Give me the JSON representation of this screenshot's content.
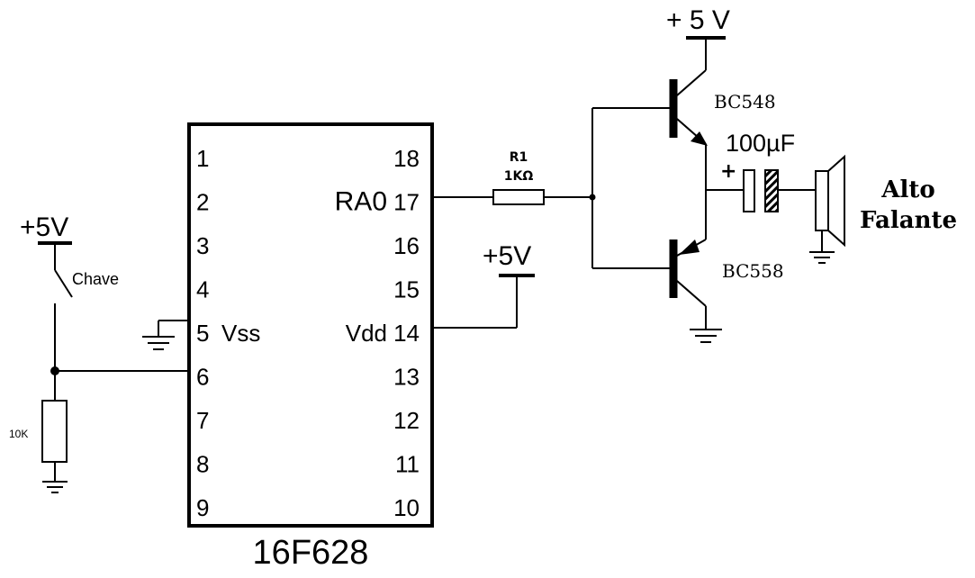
{
  "chip": {
    "name": "16F628",
    "pins_left": [
      {
        "num": "1",
        "label": ""
      },
      {
        "num": "2",
        "label": ""
      },
      {
        "num": "3",
        "label": ""
      },
      {
        "num": "4",
        "label": ""
      },
      {
        "num": "5",
        "label": "Vss"
      },
      {
        "num": "6",
        "label": ""
      },
      {
        "num": "7",
        "label": ""
      },
      {
        "num": "8",
        "label": ""
      },
      {
        "num": "9",
        "label": ""
      }
    ],
    "pins_right": [
      {
        "num": "18",
        "label": ""
      },
      {
        "num": "17",
        "label": "RA0"
      },
      {
        "num": "16",
        "label": ""
      },
      {
        "num": "15",
        "label": ""
      },
      {
        "num": "14",
        "label": "Vdd"
      },
      {
        "num": "13",
        "label": ""
      },
      {
        "num": "12",
        "label": ""
      },
      {
        "num": "11",
        "label": ""
      },
      {
        "num": "10",
        "label": ""
      }
    ]
  },
  "supply": {
    "switch_supply": "+5V",
    "vdd_supply": "+5V",
    "top_supply": "+ 5 V"
  },
  "switch": {
    "label": "Chave"
  },
  "pulldown": {
    "label": "10K"
  },
  "resistor": {
    "name": "R1",
    "value": "1KΩ"
  },
  "transistors": {
    "npn": "BC548",
    "pnp": "BC558"
  },
  "capacitor": {
    "value": "100µF",
    "polarity": "+"
  },
  "speaker": {
    "line1": "Alto",
    "line2": "Falante"
  }
}
